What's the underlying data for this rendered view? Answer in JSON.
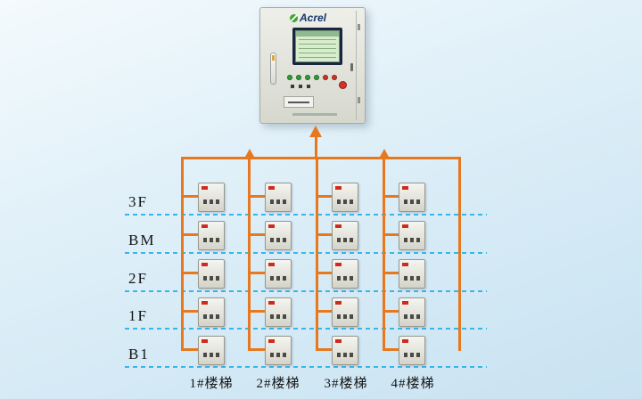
{
  "diagram": {
    "cabinet": {
      "brand": "Acrel"
    },
    "floors": [
      {
        "label": "3F"
      },
      {
        "label": "BM"
      },
      {
        "label": "2F"
      },
      {
        "label": "1F"
      },
      {
        "label": "B1"
      }
    ],
    "risers": [
      {
        "label": "1#楼梯"
      },
      {
        "label": "2#楼梯"
      },
      {
        "label": "3#楼梯"
      },
      {
        "label": "4#楼梯"
      }
    ]
  },
  "colors": {
    "wire": "#e8781e",
    "floor-line": "#3ab5e8",
    "label": "#141414",
    "brand-navy": "#16356d",
    "brand-green": "#3fa535"
  }
}
